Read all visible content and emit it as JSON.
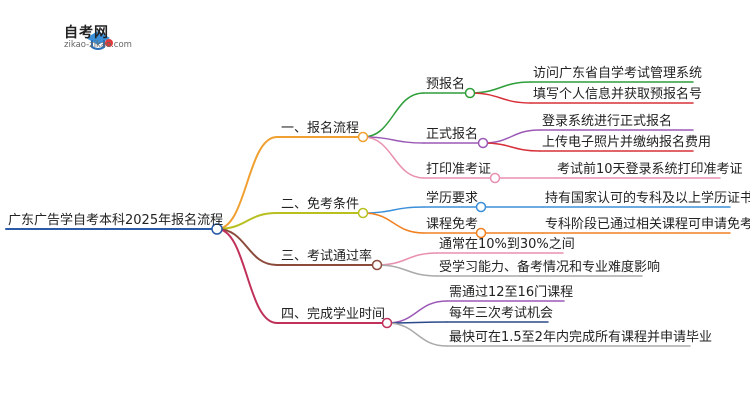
{
  "brand": {
    "name": "自考网",
    "url": "zikao-zikao.com"
  },
  "root": {
    "label": "广东广告学自考本科2025年报名流程"
  },
  "branches": [
    {
      "label": "一、报名流程",
      "color": "#f0a030",
      "children": [
        {
          "label": "预报名",
          "color": "#2e9e3a",
          "children": [
            {
              "label": "访问广东省自学考试管理系统",
              "color": "#2e9e3a"
            },
            {
              "label": "填写个人信息并获取预报名号",
              "color": "#d8303a"
            }
          ]
        },
        {
          "label": "正式报名",
          "color": "#9b59b6",
          "children": [
            {
              "label": "登录系统进行正式报名",
              "color": "#9b59b6"
            },
            {
              "label": "上传电子照片并缴纳报名费用",
              "color": "#d8303a"
            }
          ]
        },
        {
          "label": "打印准考证",
          "color": "#e890b0",
          "children": [
            {
              "label": "考试前10天登录系统打印准考证",
              "color": "#e890b0"
            }
          ]
        }
      ]
    },
    {
      "label": "二、免考条件",
      "color": "#b8c020",
      "children": [
        {
          "label": "学历要求",
          "color": "#3a8fd8",
          "children": [
            {
              "label": "持有国家认可的专科及以上学历证书",
              "color": "#3a8fd8"
            }
          ]
        },
        {
          "label": "课程免考",
          "color": "#f08020",
          "children": [
            {
              "label": "专科阶段已通过相关课程可申请免考",
              "color": "#f08020"
            }
          ]
        }
      ]
    },
    {
      "label": "三、考试通过率",
      "color": "#8b4a3a",
      "children": [
        {
          "label": "通常在10%到30%之间",
          "color": "#e890b0"
        },
        {
          "label": "受学习能力、备考情况和专业难度影响",
          "color": "#aaaaaa"
        }
      ]
    },
    {
      "label": "四、完成学业时间",
      "color": "#c0305a",
      "children": [
        {
          "label": "需通过12至16门课程",
          "color": "#9b59b6"
        },
        {
          "label": "每年三次考试机会",
          "color": "#2a4a8a"
        },
        {
          "label": "最快可在1.5至2年内完成所有课程并申请毕业",
          "color": "#aaaaaa"
        }
      ]
    }
  ]
}
